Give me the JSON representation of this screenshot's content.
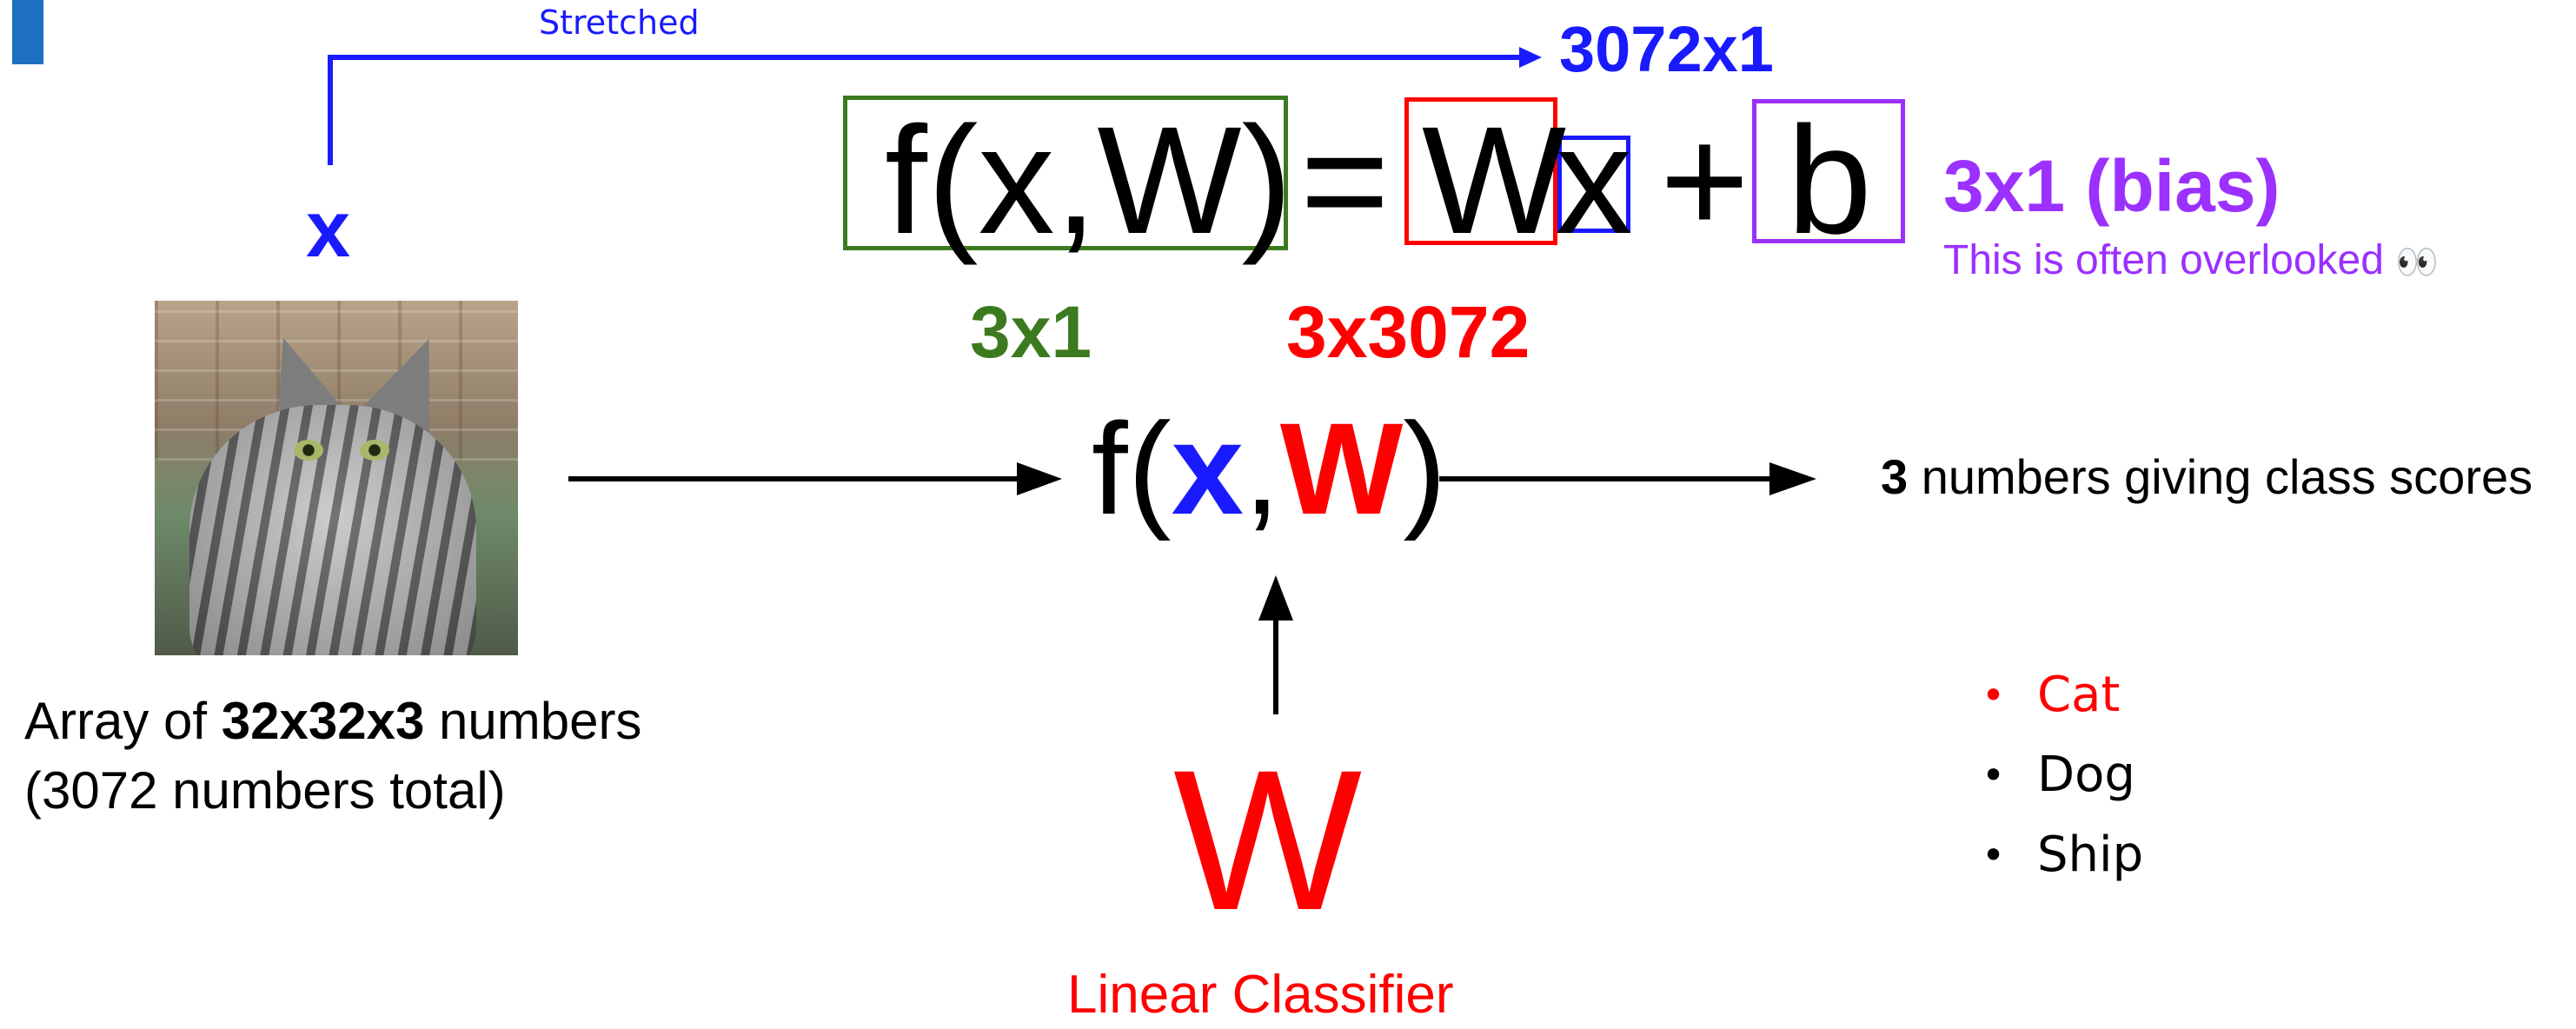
{
  "stretch_label": "Stretched",
  "x_label": "x",
  "x_dim": "3072x1",
  "equation": {
    "f": "f(x,W)",
    "equals": "=",
    "W": "W",
    "x": "x",
    "plus": "+",
    "b": "b"
  },
  "bias": {
    "label": "3x1 (bias)",
    "note": "This is often overlooked",
    "emoji": "👀"
  },
  "dims": {
    "output": "3x1",
    "weights": "3x3072"
  },
  "input_caption": {
    "line1_pre": "Array of ",
    "line1_bold": "32x32x3",
    "line1_post": " numbers",
    "line2": "(3072 numbers total)"
  },
  "center_function": {
    "open": "f(",
    "x": "x",
    "comma": ",",
    "W": "W",
    "close": ")"
  },
  "output_text": {
    "bold": "3",
    "rest": " numbers giving class scores"
  },
  "classes": [
    {
      "label": "Cat",
      "color": "#ff0000"
    },
    {
      "label": "Dog",
      "color": "#000000"
    },
    {
      "label": "Ship",
      "color": "#000000"
    }
  ],
  "weights_symbol": "W",
  "classifier_caption": "Linear Classifier",
  "colors": {
    "blue": "#1a1aff",
    "red": "#ff0000",
    "green": "#3c7a1f",
    "purple": "#9b30ff",
    "corner_bar": "#1f6fc2"
  },
  "image_description_icon": "cat-photo"
}
